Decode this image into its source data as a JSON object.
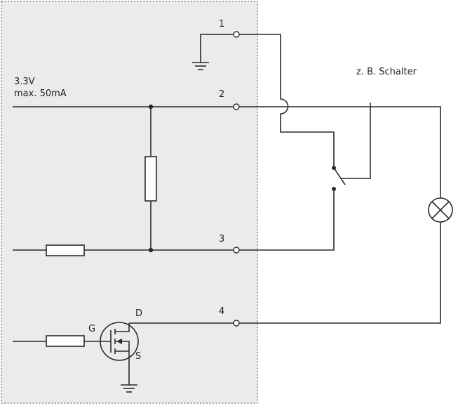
{
  "labels": {
    "supply_voltage": "3.3V",
    "supply_current": "max. 50mA",
    "switch_note": "z. B. Schalter",
    "gate": "G",
    "drain": "D",
    "source": "S"
  },
  "terminals": [
    "1",
    "2",
    "3",
    "4"
  ],
  "colors": {
    "panel": "#ebebeb",
    "line": "#2b2b2b"
  }
}
